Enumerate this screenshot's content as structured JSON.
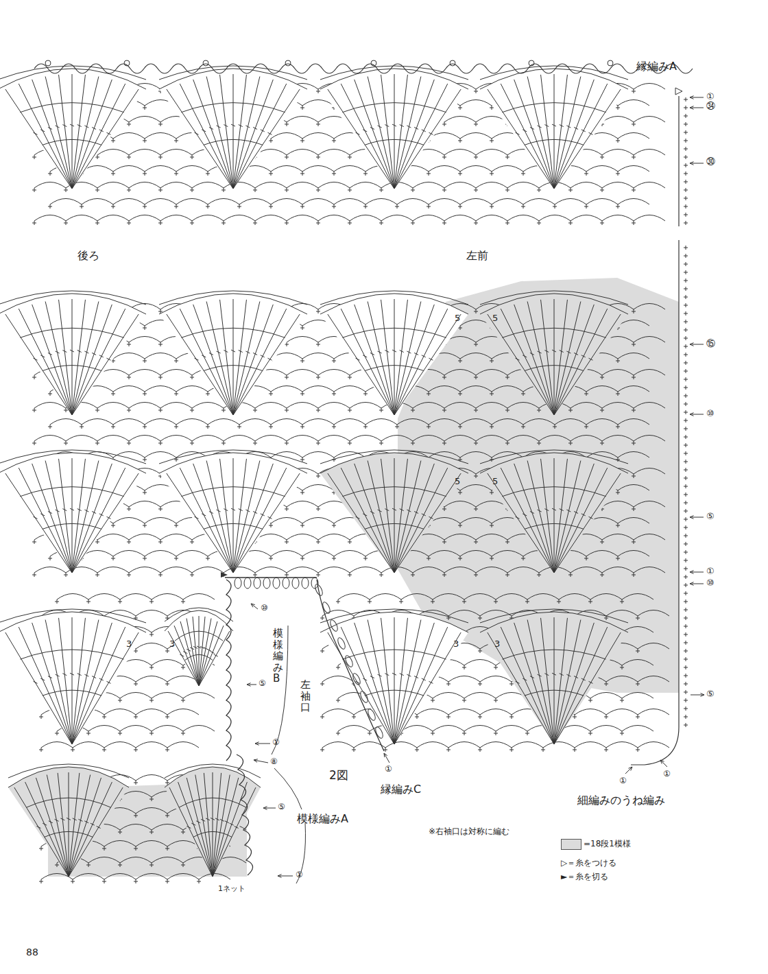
{
  "diagram": {
    "labels": [
      "縁編みA",
      "①",
      "㉞",
      "㉚",
      "後ろ",
      "左前",
      "5",
      "5",
      "⑮",
      "⑩",
      "5",
      "5",
      "⑤",
      "①",
      "⑩",
      "3",
      "3",
      "3",
      "3",
      "⑩",
      "模様編みB",
      "左袖口",
      "⑤",
      "⑤",
      "①",
      "⑧",
      "2図",
      "⑤",
      "模様編みA",
      "①",
      "1ネット",
      "①",
      "縁編みC",
      "①",
      "①",
      "細編みのうね編み",
      "※右袖口は対称に編む",
      "88"
    ],
    "legend": [
      {
        "text": "=18段1模様",
        "color": "#dcdcdc"
      },
      {
        "text": "▷＝糸をつける"
      },
      {
        "text": "►＝糸を切る"
      }
    ]
  }
}
